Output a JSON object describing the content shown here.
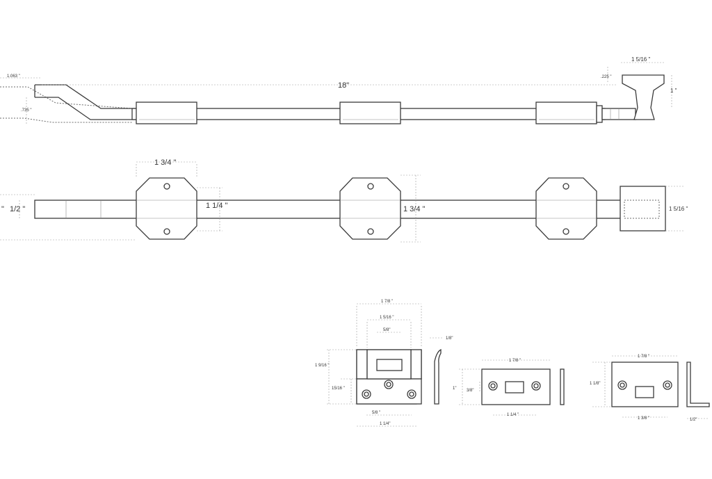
{
  "top_view": {
    "length_label": "18\"",
    "offset_top_label": "1.063 \"",
    "offset_side_label": ".735 \"",
    "knob_width_label": "1  5/16 \"",
    "knob_top_label": ".225 \"",
    "knob_height_label": "1 \""
  },
  "front_view": {
    "bracket_width_label": "1 3/4 \"",
    "rod_width_label": "1/2 \"",
    "rod_width_prefix": "\"",
    "bracket_height_label": "1 1/4 \"",
    "middle_height_label": "1 3/4 \"",
    "knob_height_label": "1  5/16 \""
  },
  "keeper_a": {
    "total_width_label": "1 7/8 \"",
    "mid_width_label": "1  5/16 \"",
    "slot_width_label": "5/8\"",
    "thickness_label": "1/8\"",
    "height_label": "1  9/16 \"",
    "lower_height_label": "15/16 \"",
    "hole_spacing_label": "5/8 \"",
    "base_width_label": "1 1/4\""
  },
  "keeper_b": {
    "width_label": "1 7/8 \"",
    "height_label": "1\"",
    "slot_height_label": "3/8\"",
    "hole_spacing_label": "1 1/4 \""
  },
  "keeper_c": {
    "width_label": "1 7/8 \"",
    "height_label": "1 1/8\"",
    "hole_spacing_label": "1 3/8 \"",
    "leg_label": "1/2\""
  }
}
